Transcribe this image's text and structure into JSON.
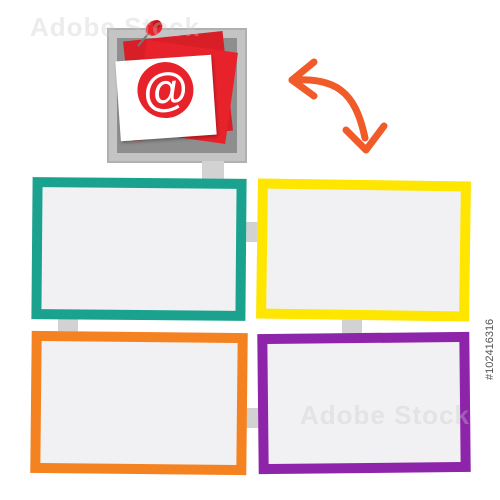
{
  "email_note": {
    "symbol": "@",
    "icon": "email-at-icon",
    "pin_icon": "pushpin-icon"
  },
  "arrow": {
    "icon": "curved-double-arrow-icon",
    "color": "#f15a29"
  },
  "frames": [
    {
      "name": "frame-teal",
      "color": "#1aa28e"
    },
    {
      "name": "frame-yellow",
      "color": "#ffe600"
    },
    {
      "name": "frame-orange",
      "color": "#f58220"
    },
    {
      "name": "frame-purple",
      "color": "#8e24aa"
    }
  ],
  "colors": {
    "note_red": "#e8222a",
    "gray_frame": "#b8b8b8",
    "connector": "#d2d2d2"
  },
  "watermark_text": "Adobe Stock",
  "stock_id": "#102416316"
}
